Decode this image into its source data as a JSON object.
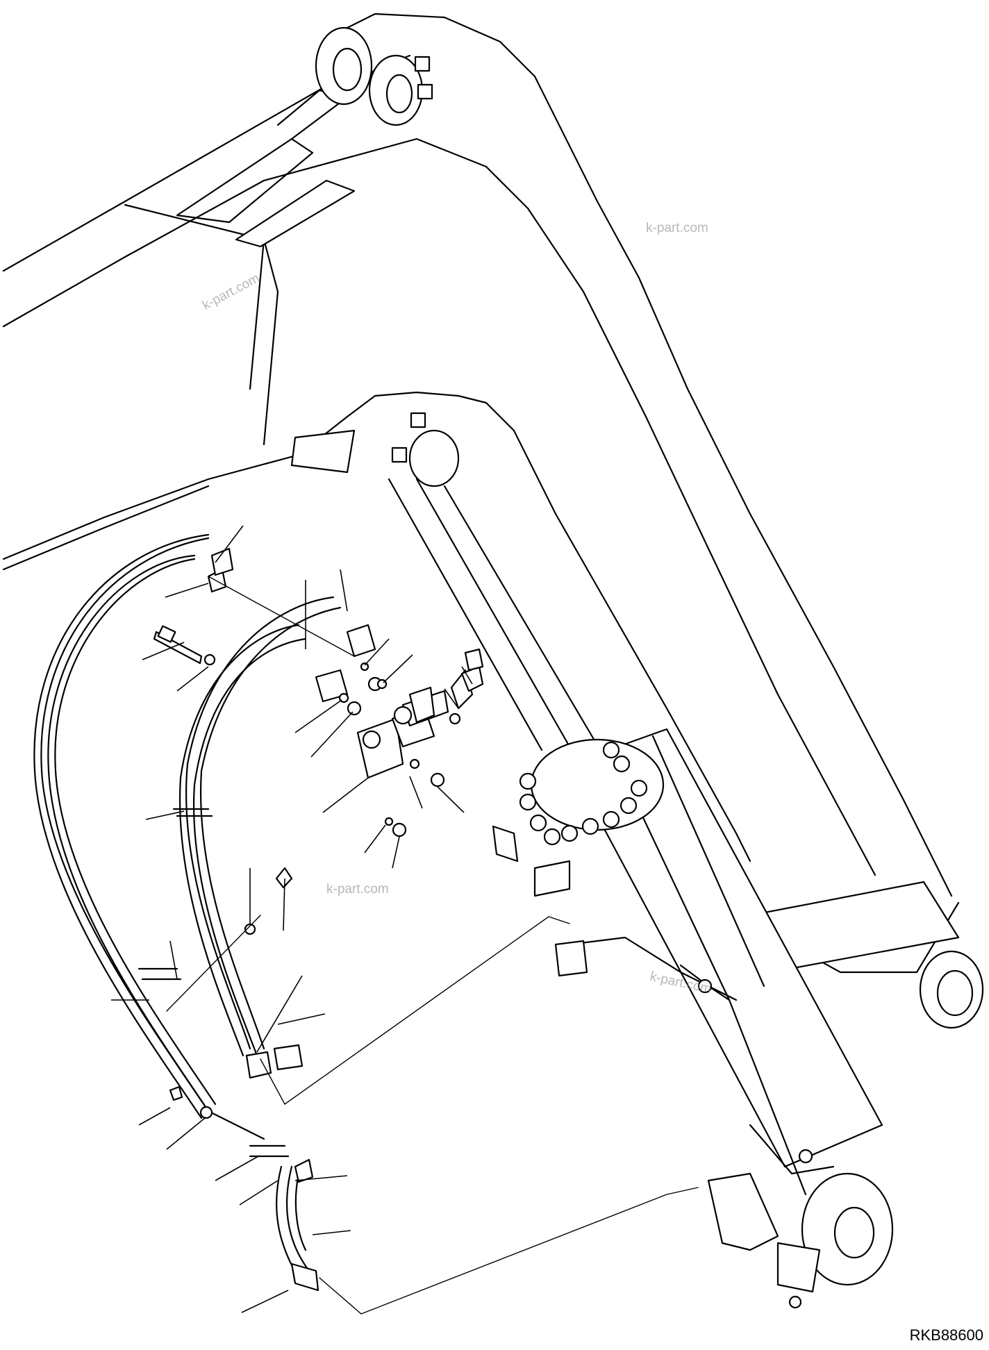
{
  "watermarks": [
    "k-part.com",
    "k-part.com",
    "k-part.com",
    "k-part.com"
  ],
  "drawing_code": "RKB88600"
}
